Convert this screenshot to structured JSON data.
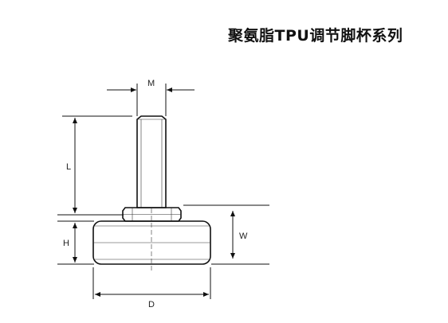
{
  "title": "聚氨脂TPU调节脚杯系列",
  "dimensions": {
    "m": "M",
    "l": "L",
    "h": "H",
    "w": "W",
    "d": "D"
  }
}
